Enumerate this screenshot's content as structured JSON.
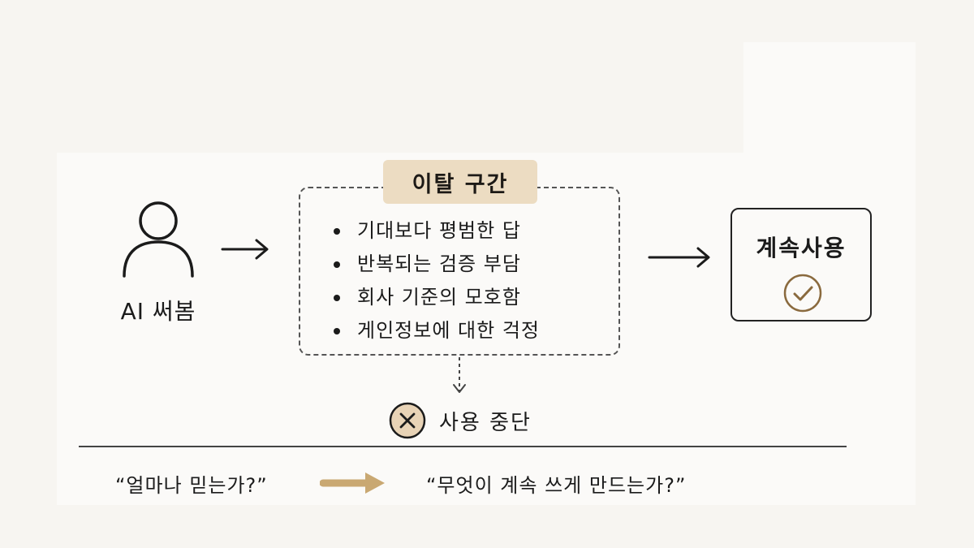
{
  "user": {
    "icon": "person-icon",
    "label": "AI 써봄"
  },
  "exit_zone": {
    "title": "이탈 구간",
    "reasons": [
      "기대보다 평범한 답",
      "반복되는 검증 부담",
      "회사 기준의 모호함",
      "게인정보에 대한 걱정"
    ]
  },
  "stop": {
    "icon": "x-circle-icon",
    "label": "사용 중단"
  },
  "continue": {
    "label": "계속사용",
    "icon": "check-circle-icon"
  },
  "footer": {
    "question_before": "“얼마나 믿는가?”",
    "question_after": "“무엇이 계속 쓰게 만드는가?”",
    "arrow_color": "#c9a872"
  },
  "colors": {
    "background": "#f7f5f1",
    "tag_background": "#ecdcc2",
    "accent": "#8a6a3e",
    "stop_fill": "#e8d3b6"
  }
}
